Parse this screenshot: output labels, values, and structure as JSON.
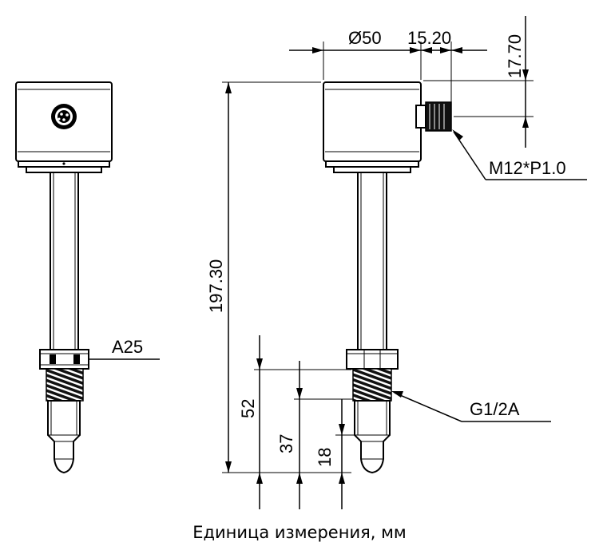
{
  "dimensions": {
    "diameter": "Ø50",
    "connector_offset": "15.20",
    "connector_height": "17.70",
    "connector_thread": "M12*P1.0",
    "wrench_size": "A25",
    "total_length": "197.30",
    "len_52": "52",
    "len_37": "37",
    "len_18": "18",
    "process_thread": "G1/2A"
  },
  "caption": "Единица измерения, мм"
}
